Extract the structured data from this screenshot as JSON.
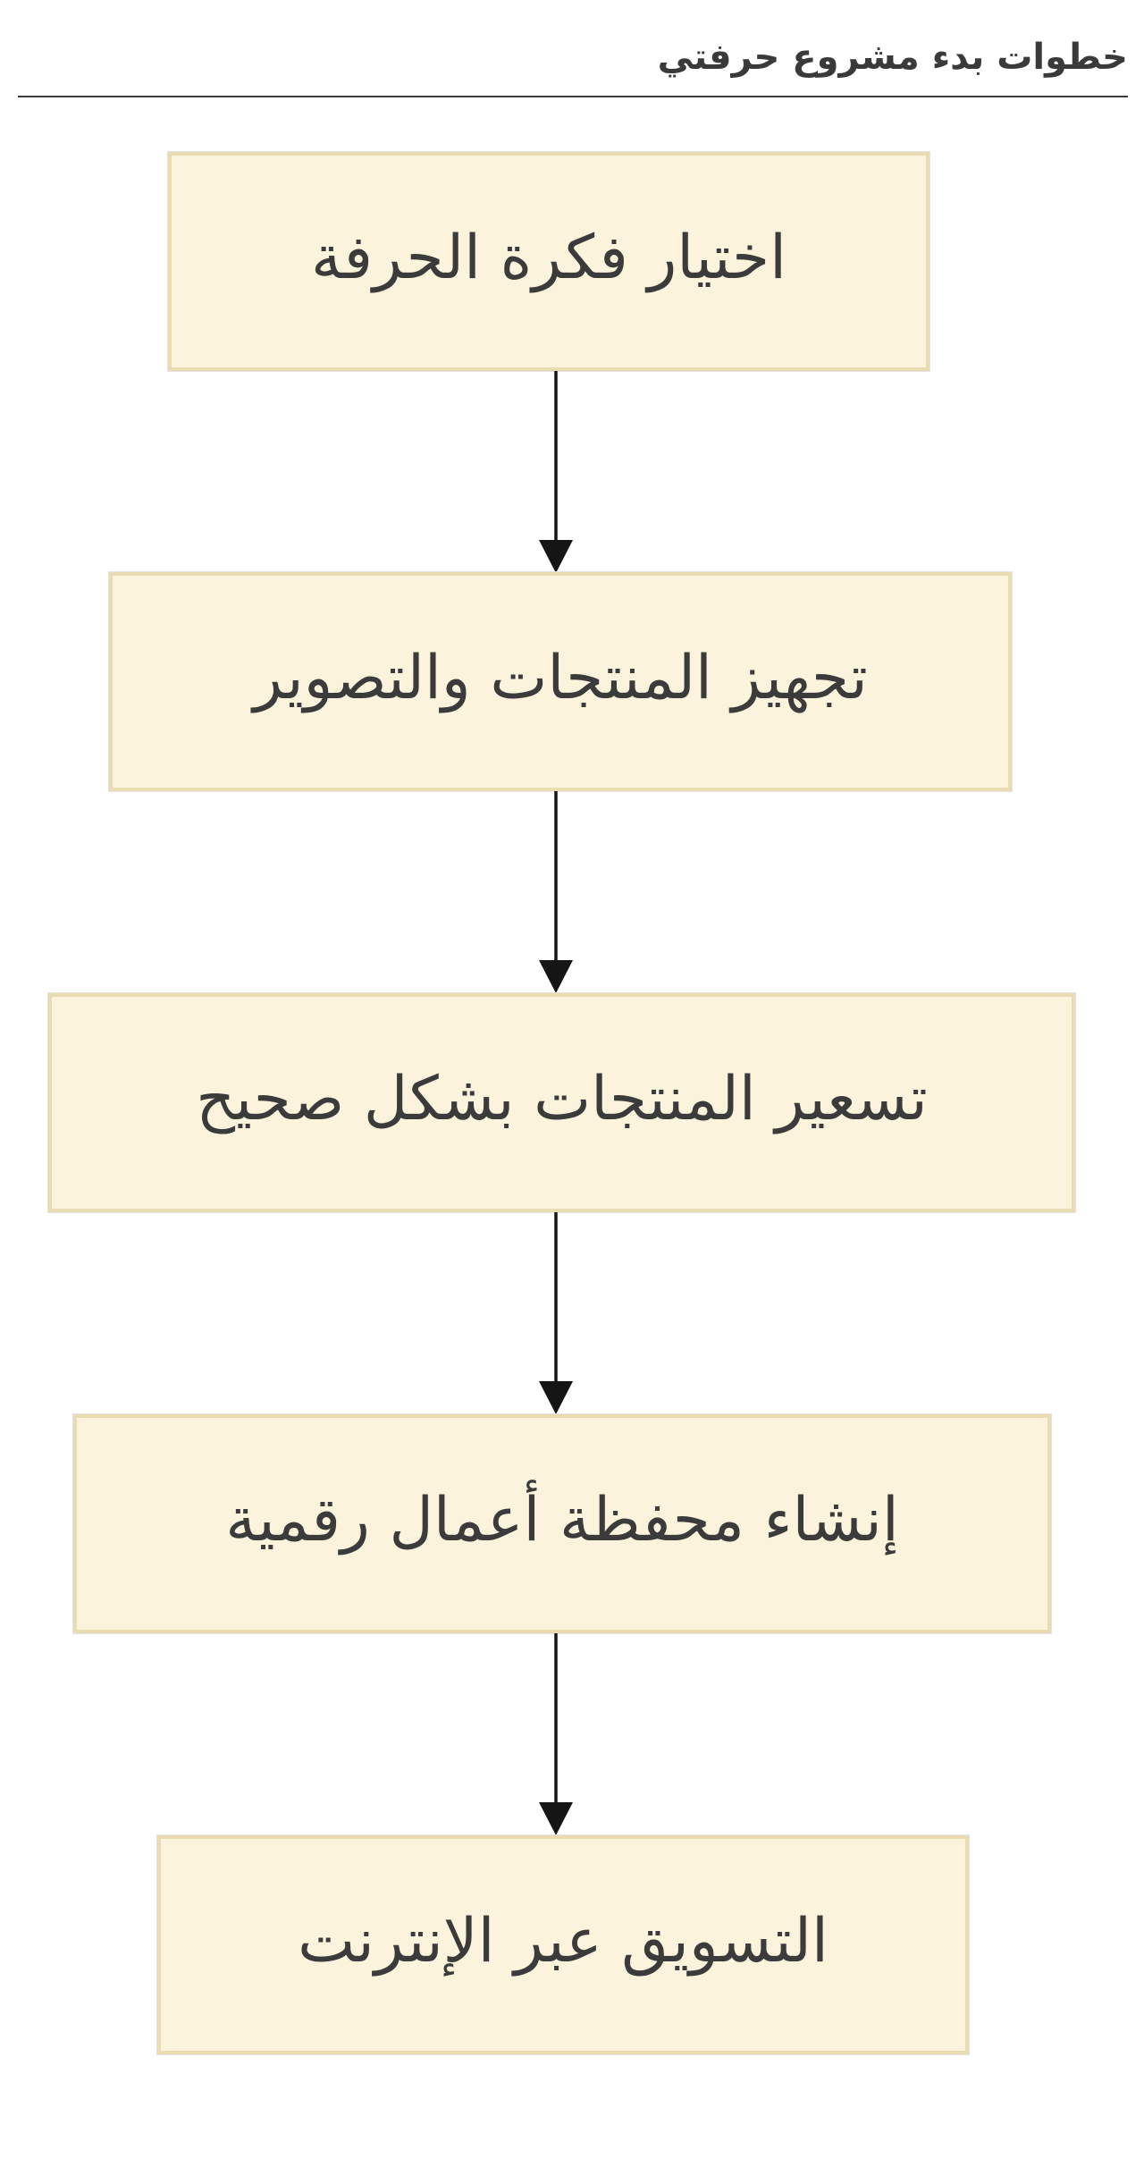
{
  "header": {
    "title": "خطوات بدء مشروع حرفتي"
  },
  "flowchart": {
    "type": "flowchart-top-down",
    "steps": [
      {
        "order": 1,
        "label": "اختيار فكرة الحرفة"
      },
      {
        "order": 2,
        "label": "تجهيز المنتجات والتصوير"
      },
      {
        "order": 3,
        "label": "تسعير المنتجات بشكل صحيح"
      },
      {
        "order": 4,
        "label": "إنشاء محفظة أعمال رقمية"
      },
      {
        "order": 5,
        "label": "التسويق عبر الإنترنت"
      }
    ],
    "connector_icon": "arrow-down-icon",
    "connector_count": 4,
    "colors": {
      "node_fill": "#FCF3DC",
      "node_border": "#E9DBB2",
      "node_text": "#3B3B3B",
      "arrow": "#151515",
      "title_text": "#3A3A3A",
      "page_background": "#FFFFFF"
    }
  }
}
